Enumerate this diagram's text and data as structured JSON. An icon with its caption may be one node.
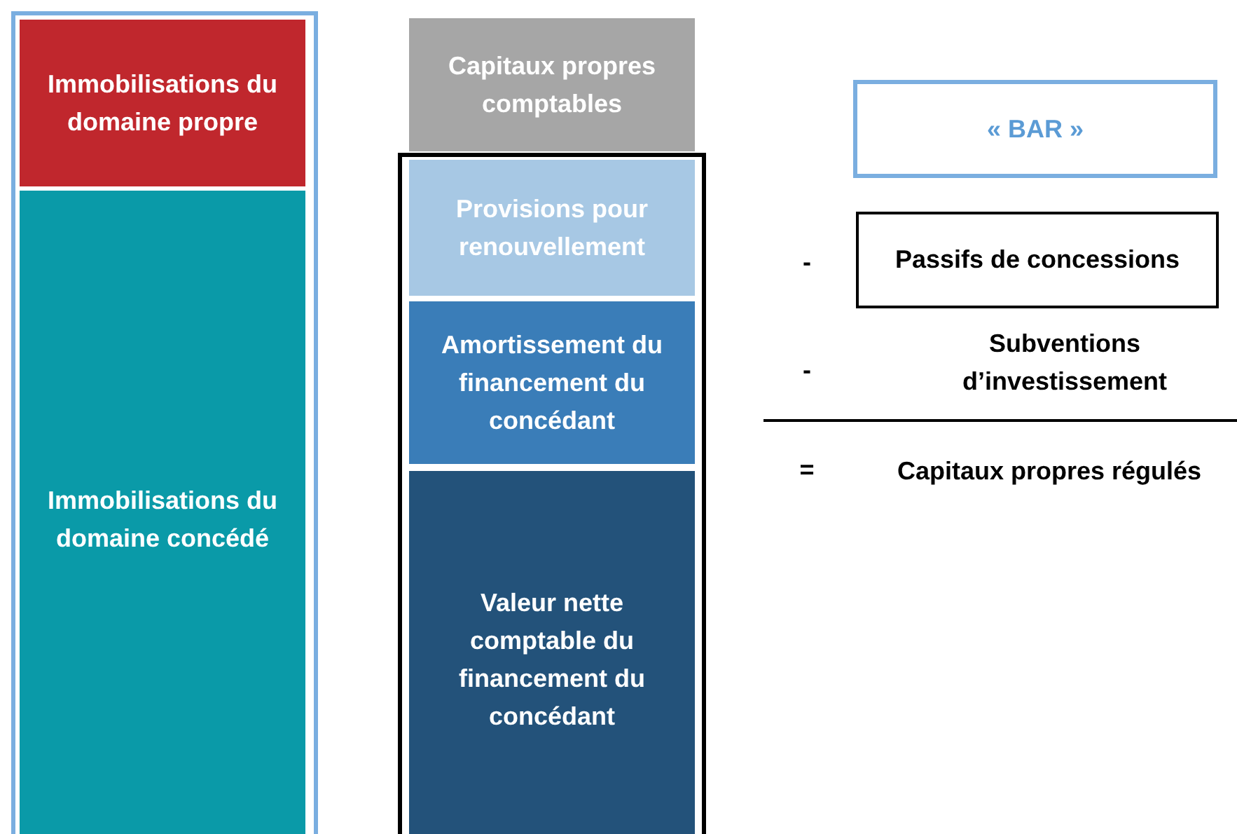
{
  "diagram": {
    "nodes": [
      {
        "text": [],
        "shape": "box"
      },
      {
        "text": [
          "Immobilisations du domaine propre"
        ],
        "in": 0
      },
      {
        "text": [
          "Immobilisations du domaine concédé"
        ],
        "in": 0
      },
      {
        "text": [
          "Capitaux propres comptables"
        ]
      },
      {
        "text": [],
        "shape": "box"
      },
      {
        "text": [
          "Provisions pour renouvellement"
        ],
        "in": 4
      },
      {
        "text": [
          "Amortissement du financement du concédant"
        ],
        "in": 4
      },
      {
        "text": [
          "Valeur nette comptable du financement du concédant"
        ],
        "in": 4
      },
      {
        "text": [
          "« BAR »"
        ]
      },
      {
        "text": [
          "Passifs de concessions"
        ]
      }
    ],
    "labels": [
      "-",
      "-",
      "Subventions d’investissement",
      "=",
      "Capitaux propres régulés"
    ]
  }
}
